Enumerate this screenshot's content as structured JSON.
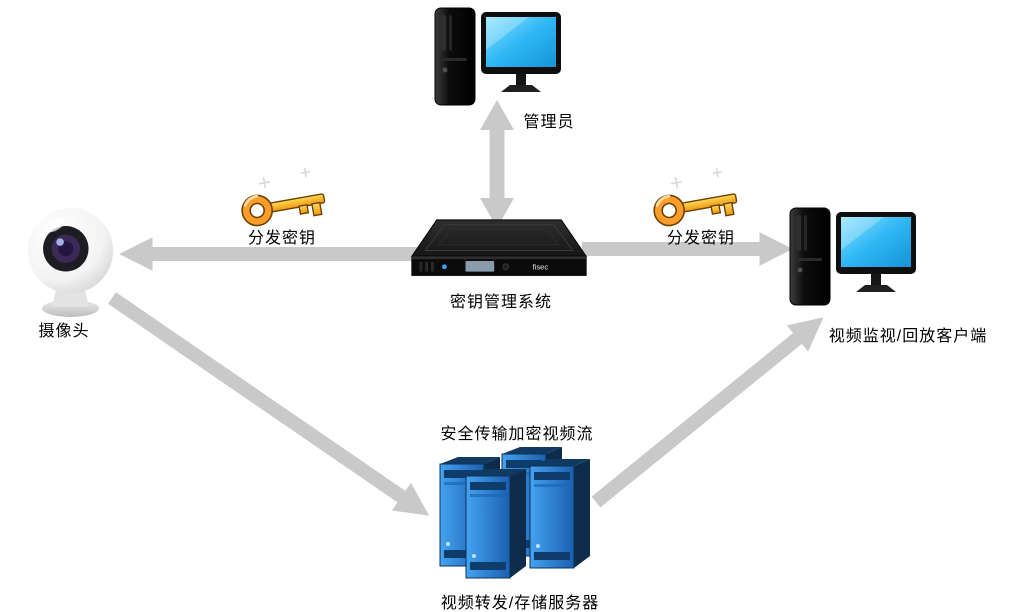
{
  "nodes": {
    "admin": {
      "label": "管理员"
    },
    "kms": {
      "label": "密钥管理系统",
      "brand": "fisec"
    },
    "camera": {
      "label": "摄像头"
    },
    "client": {
      "label": "视频监视/回放客户端"
    },
    "storage": {
      "label": "视频转发/存储服务器"
    }
  },
  "edges": {
    "kms_to_camera": {
      "label": "分发密钥"
    },
    "kms_to_client": {
      "label": "分发密钥"
    },
    "stream": {
      "label": "安全传输加密视频流"
    }
  },
  "colors": {
    "arrow_gray": "#c9c9c9",
    "screen_blue": "#2eb6f5",
    "server_front_blue": "#2f8fe0",
    "key_gold": "#ffb91e",
    "key_ring_orange": "#ff9d2a"
  }
}
